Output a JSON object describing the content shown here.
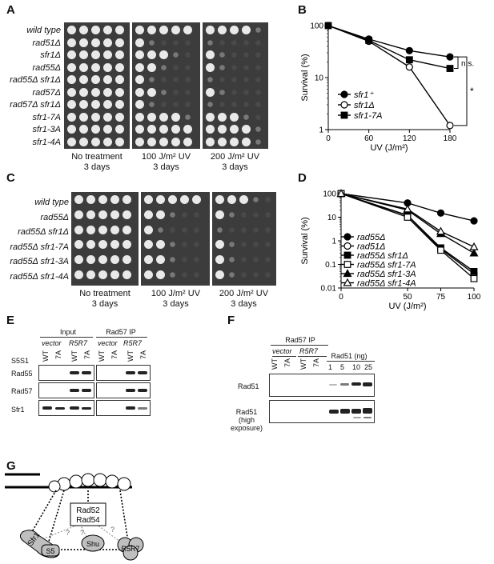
{
  "panels": {
    "A": "A",
    "B": "B",
    "C": "C",
    "D": "D",
    "E": "E",
    "F": "F",
    "G": "G"
  },
  "panelA": {
    "strains": [
      "wild type",
      "rad51Δ",
      "sfr1Δ",
      "rad55Δ",
      "rad55Δ sfr1Δ",
      "rad57Δ",
      "rad57Δ sfr1Δ",
      "sfr1-7A",
      "sfr1-3A",
      "sfr1-4A"
    ],
    "conditions": [
      {
        "line1": "No treatment",
        "line2": "3 days"
      },
      {
        "line1": "100 J/m² UV",
        "line2": "3 days"
      },
      {
        "line1": "200 J/m² UV",
        "line2": "3 days"
      }
    ],
    "growth": [
      [
        5,
        5,
        4
      ],
      [
        5,
        1,
        0
      ],
      [
        5,
        3,
        1
      ],
      [
        5,
        2,
        1
      ],
      [
        5,
        1,
        0
      ],
      [
        5,
        2,
        1
      ],
      [
        5,
        1,
        0
      ],
      [
        5,
        4,
        3
      ],
      [
        5,
        5,
        4
      ],
      [
        5,
        5,
        4
      ]
    ]
  },
  "panelC": {
    "strains": [
      "wild type",
      "rad55Δ",
      "rad55Δ sfr1Δ",
      "rad55Δ sfr1-7A",
      "rad55Δ sfr1-3A",
      "rad55Δ sfr1-4A"
    ],
    "conditions": [
      {
        "line1": "No treatment",
        "line2": "3 days"
      },
      {
        "line1": "100 J/m² UV",
        "line2": "3 days"
      },
      {
        "line1": "200 J/m² UV",
        "line2": "3 days"
      }
    ],
    "growth": [
      [
        5,
        5,
        3
      ],
      [
        5,
        2,
        1
      ],
      [
        5,
        1,
        0
      ],
      [
        5,
        2,
        1
      ],
      [
        5,
        2,
        1
      ],
      [
        5,
        2,
        1
      ]
    ]
  },
  "chart_data": [
    {
      "type": "line",
      "xlabel": "UV (J/m²)",
      "ylabel": "Survival (%)",
      "x": [
        0,
        60,
        120,
        180
      ],
      "xlim": [
        0,
        180
      ],
      "ylim": [
        1,
        100
      ],
      "log_y": true,
      "yticks": [
        "1",
        "10",
        "100"
      ],
      "series": [
        {
          "name": "sfr1⁺",
          "marker": "circle-filled",
          "values": [
            100,
            55,
            33,
            25
          ]
        },
        {
          "name": "sfr1Δ",
          "marker": "circle-open",
          "values": [
            100,
            50,
            16,
            1.2
          ]
        },
        {
          "name": "sfr1-7A",
          "marker": "square-filled",
          "values": [
            100,
            52,
            22,
            15
          ]
        }
      ],
      "annotations": [
        "n.s.",
        "*"
      ]
    },
    {
      "type": "line",
      "xlabel": "UV (J/m²)",
      "ylabel": "Survival (%)",
      "x": [
        0,
        50,
        75,
        100
      ],
      "xlim": [
        0,
        100
      ],
      "ylim": [
        0.01,
        100
      ],
      "log_y": true,
      "yticks": [
        "0.01",
        "0.1",
        "1",
        "10",
        "100"
      ],
      "series": [
        {
          "name": "rad55Δ",
          "marker": "circle-filled",
          "values": [
            100,
            40,
            15,
            7
          ]
        },
        {
          "name": "rad51Δ",
          "marker": "circle-open",
          "values": [
            100,
            12,
            0.45,
            0.04
          ]
        },
        {
          "name": "rad55Δ sfr1Δ",
          "marker": "square-filled",
          "values": [
            100,
            12,
            0.5,
            0.05
          ]
        },
        {
          "name": "rad55Δ sfr1-7A",
          "marker": "square-open",
          "values": [
            100,
            10,
            0.4,
            0.025
          ]
        },
        {
          "name": "rad55Δ sfr1-3A",
          "marker": "triangle-filled",
          "values": [
            100,
            20,
            2,
            0.3
          ]
        },
        {
          "name": "rad55Δ sfr1-4A",
          "marker": "triangle-open",
          "values": [
            100,
            22,
            2.5,
            0.55
          ]
        }
      ]
    }
  ],
  "panelE": {
    "input_label": "Input",
    "ip_label": "Rad57 IP",
    "vector": "vector",
    "r5r7": "R5R7",
    "lanes": [
      "WT",
      "7A",
      "WT",
      "7A"
    ],
    "row_label": "S5S1",
    "blots": [
      "Rad55",
      "Rad57",
      "Sfr1"
    ]
  },
  "panelF": {
    "ip_label": "Rad57 IP",
    "vector": "vector",
    "r5r7": "R5R7",
    "lanes": [
      "WT",
      "7A",
      "WT",
      "7A"
    ],
    "std_label": "Rad51 (ng)",
    "std_lanes": [
      "1",
      "5",
      "10",
      "25"
    ],
    "blot1": "Rad51",
    "blot2_line1": "Rad51",
    "blot2_line2": "(high exposure)"
  },
  "panelG": {
    "rad52": "Rad52",
    "rad54": "Rad54",
    "sfr1": "Sfr1",
    "s5": "S5",
    "shu": "Shu",
    "r5r7": "R5R7",
    "q": "?"
  }
}
